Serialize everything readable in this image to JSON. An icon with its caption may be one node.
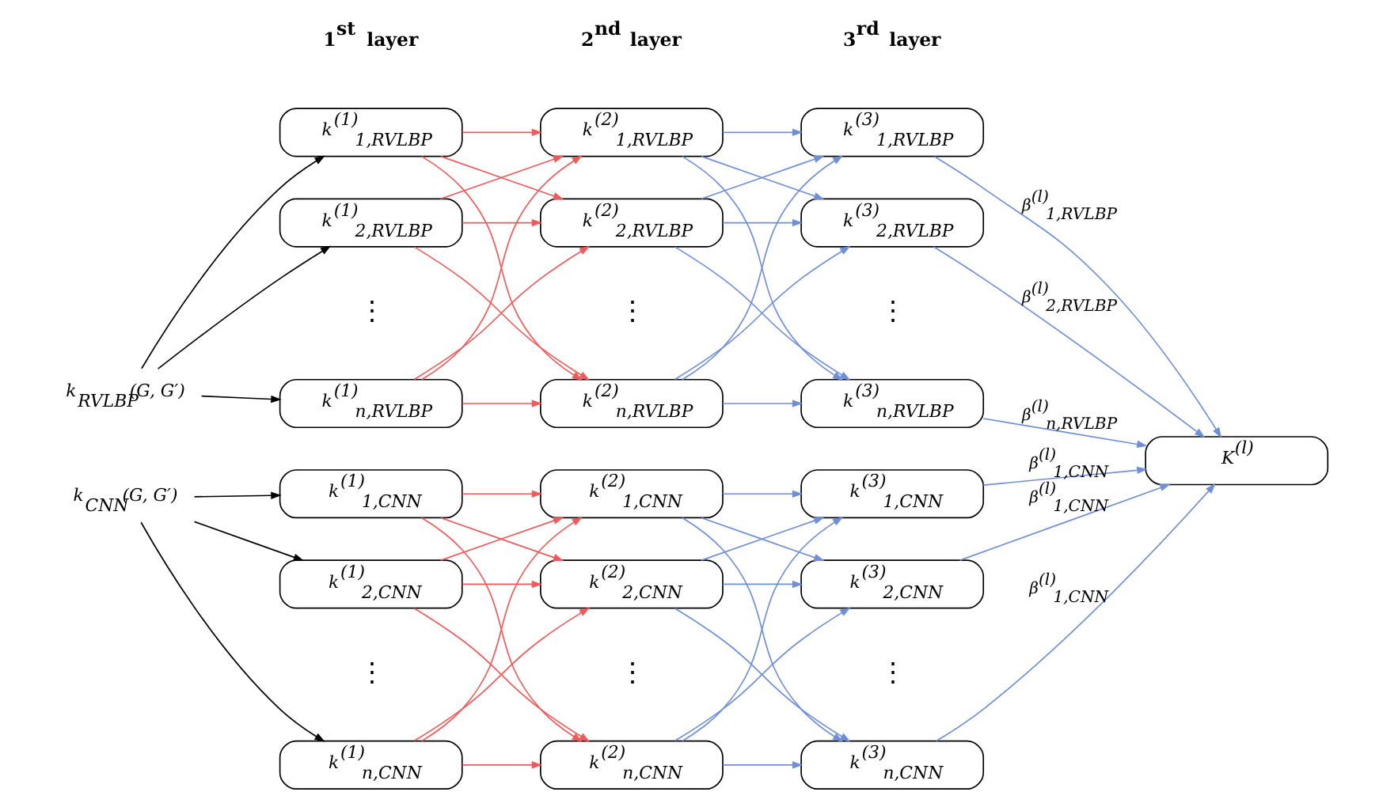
{
  "diagram": {
    "nodes": [
      {
        "text": [
          "k$_{RVLBP}$(G, G′)"
        ]
      },
      {
        "text": [
          "k$^{(1)}$$_{1,RVLBP}$"
        ]
      },
      {
        "text": [
          "k$^{(1)}$$_{2,RVLBP}$"
        ]
      },
      {
        "text": [
          "k$^{(1)}$$_{n,RVLBP}$"
        ]
      },
      {
        "text": [
          "k$^{(2)}$$_{1,RVLBP}$"
        ]
      },
      {
        "text": [
          "k$^{(2)}$$_{2,RVLBP}$"
        ]
      },
      {
        "text": [
          "k$^{(2)}$$_{n,RVLBP}$"
        ]
      },
      {
        "text": [
          "k$^{(3)}$$_{1,RVLBP}$"
        ]
      },
      {
        "text": [
          "k$^{(3)}$$_{2,RVLBP}$"
        ]
      },
      {
        "text": [
          "k$^{(3)}$$_{n,RVLBP}$"
        ]
      },
      {
        "text": [
          "K$^{(l)}$"
        ]
      },
      {
        "text": [
          "k$_{CNN}$(G, G′)"
        ]
      },
      {
        "text": [
          "k$^{(1)}$$_{1,CNN}$"
        ]
      },
      {
        "text": [
          "k$^{(1)}$$_{2,CNN}$"
        ]
      },
      {
        "text": [
          "k$^{(1)}$$_{n,CNN}$"
        ]
      },
      {
        "text": [
          "k$^{(2)}$$_{1,CNN}$"
        ]
      },
      {
        "text": [
          "k$^{(2)}$$_{2,CNN}$"
        ]
      },
      {
        "text": [
          "k$^{(2)}$$_{n,CNN}$"
        ]
      },
      {
        "text": [
          "k$^{(3)}$$_{1,CNN}$"
        ]
      },
      {
        "text": [
          "k$^{(3)}$$_{2,CNN}$"
        ]
      },
      {
        "text": [
          "k$^{(3)}$$_{n,CNN}$"
        ]
      }
    ],
    "edges": [
      {
        "from": 0,
        "to": 1,
        "arrow": "to",
        "color": "#000000"
      },
      {
        "from": 0,
        "to": 2,
        "arrow": "to",
        "color": "#000000"
      },
      {
        "from": 0,
        "to": 3,
        "arrow": "to",
        "color": "#000000"
      },
      {
        "from": 1,
        "to": 4,
        "arrow": "to",
        "color": "#f05a5a"
      },
      {
        "from": 1,
        "to": 5,
        "arrow": "to",
        "color": "#f05a5a"
      },
      {
        "from": 1,
        "to": 6,
        "arrow": "to",
        "color": "#f05a5a"
      },
      {
        "from": 2,
        "to": 4,
        "arrow": "to",
        "color": "#f05a5a"
      },
      {
        "from": 2,
        "to": 5,
        "arrow": "to",
        "color": "#f05a5a"
      },
      {
        "from": 2,
        "to": 6,
        "arrow": "to",
        "color": "#f05a5a"
      },
      {
        "from": 3,
        "to": 4,
        "arrow": "to",
        "color": "#f05a5a"
      },
      {
        "from": 3,
        "to": 5,
        "arrow": "to",
        "color": "#f05a5a"
      },
      {
        "from": 3,
        "to": 6,
        "arrow": "to",
        "color": "#f05a5a"
      },
      {
        "from": 4,
        "to": 7,
        "arrow": "to",
        "color": "#6f8fd8"
      },
      {
        "from": 4,
        "to": 8,
        "arrow": "to",
        "color": "#6f8fd8"
      },
      {
        "from": 4,
        "to": 9,
        "arrow": "to",
        "color": "#6f8fd8"
      },
      {
        "from": 5,
        "to": 7,
        "arrow": "to",
        "color": "#6f8fd8"
      },
      {
        "from": 5,
        "to": 8,
        "arrow": "to",
        "color": "#6f8fd8"
      },
      {
        "from": 5,
        "to": 9,
        "arrow": "to",
        "color": "#6f8fd8"
      },
      {
        "from": 6,
        "to": 7,
        "arrow": "to",
        "color": "#6f8fd8"
      },
      {
        "from": 6,
        "to": 8,
        "arrow": "to",
        "color": "#6f8fd8"
      },
      {
        "from": 6,
        "to": 9,
        "arrow": "to",
        "color": "#6f8fd8"
      },
      {
        "from": 7,
        "to": 10,
        "arrow": "to",
        "color": "#6f8fd8",
        "label": "β$^{(l)}$$_{1,RVLBP}$"
      },
      {
        "from": 8,
        "to": 10,
        "arrow": "to",
        "color": "#6f8fd8",
        "label": "β$^{(l)}$$_{2,RVLBP}$"
      },
      {
        "from": 9,
        "to": 10,
        "arrow": "to",
        "color": "#6f8fd8",
        "label": "β$^{(l)}$$_{n,RVLBP}$"
      },
      {
        "from": 18,
        "to": 10,
        "arrow": "to",
        "color": "#6f8fd8",
        "label": "β$^{(l)}$$_{1,CNN}$"
      },
      {
        "from": 19,
        "to": 10,
        "arrow": "to",
        "color": "#6f8fd8",
        "label": "β$^{(l)}$$_{1,CNN}$"
      },
      {
        "from": 20,
        "to": 10,
        "arrow": "to",
        "color": "#6f8fd8",
        "label": "β$^{(l)}$$_{1,CNN}$"
      },
      {
        "from": 11,
        "to": 12,
        "arrow": "to",
        "color": "#000000"
      },
      {
        "from": 11,
        "to": 13,
        "arrow": "to",
        "color": "#000000"
      },
      {
        "from": 11,
        "to": 14,
        "arrow": "to",
        "color": "#000000"
      },
      {
        "from": 12,
        "to": 15,
        "arrow": "to",
        "color": "#f05a5a"
      },
      {
        "from": 12,
        "to": 16,
        "arrow": "to",
        "color": "#f05a5a"
      },
      {
        "from": 12,
        "to": 17,
        "arrow": "to",
        "color": "#f05a5a"
      },
      {
        "from": 13,
        "to": 15,
        "arrow": "to",
        "color": "#f05a5a"
      },
      {
        "from": 13,
        "to": 16,
        "arrow": "to",
        "color": "#f05a5a"
      },
      {
        "from": 13,
        "to": 17,
        "arrow": "to",
        "color": "#f05a5a"
      },
      {
        "from": 14,
        "to": 15,
        "arrow": "to",
        "color": "#f05a5a"
      },
      {
        "from": 14,
        "to": 16,
        "arrow": "to",
        "color": "#f05a5a"
      },
      {
        "from": 14,
        "to": 17,
        "arrow": "to",
        "color": "#f05a5a"
      },
      {
        "from": 15,
        "to": 18,
        "arrow": "to",
        "color": "#6f8fd8"
      },
      {
        "from": 15,
        "to": 19,
        "arrow": "to",
        "color": "#6f8fd8"
      },
      {
        "from": 15,
        "to": 20,
        "arrow": "to",
        "color": "#6f8fd8"
      },
      {
        "from": 16,
        "to": 18,
        "arrow": "to",
        "color": "#6f8fd8"
      },
      {
        "from": 16,
        "to": 19,
        "arrow": "to",
        "color": "#6f8fd8"
      },
      {
        "from": 16,
        "to": 20,
        "arrow": "to",
        "color": "#6f8fd8"
      },
      {
        "from": 17,
        "to": 18,
        "arrow": "to",
        "color": "#6f8fd8"
      },
      {
        "from": 17,
        "to": 19,
        "arrow": "to",
        "color": "#6f8fd8"
      },
      {
        "from": 17,
        "to": 20,
        "arrow": "to",
        "color": "#6f8fd8"
      }
    ],
    "labels": [
      "1$^{st}$ layer",
      "2$^{nd}$ layer",
      "3$^{rd}$ layer",
      "⋮",
      "⋮",
      "⋮",
      "⋮",
      "⋮",
      "⋮"
    ]
  }
}
